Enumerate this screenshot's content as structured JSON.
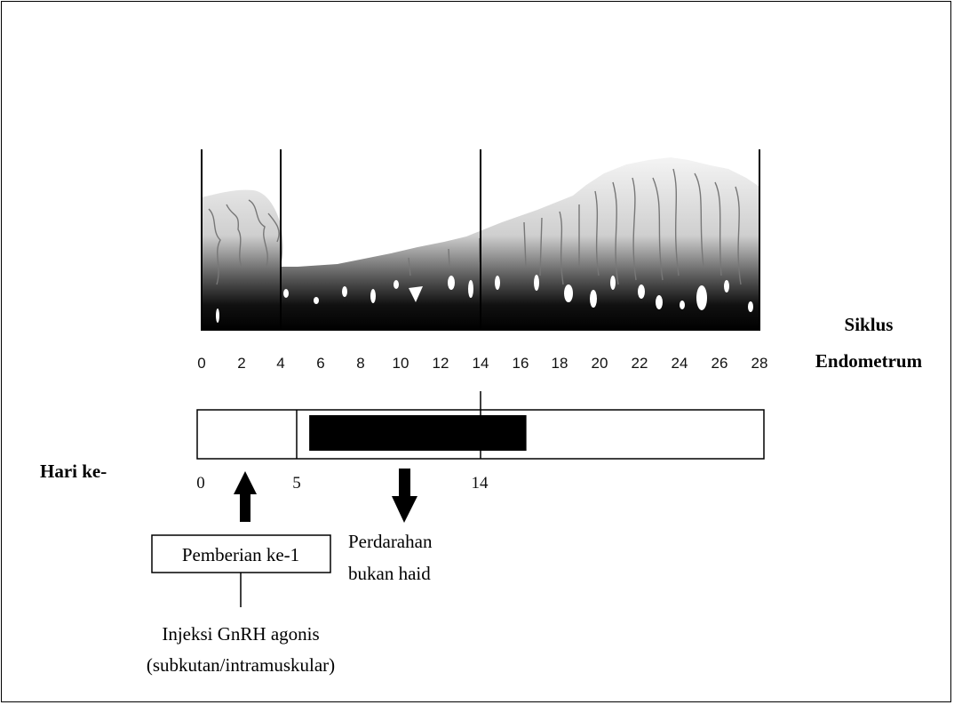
{
  "endometrium": {
    "label_line1": "Siklus",
    "label_line2": "Endometrum",
    "day_ticks": [
      "0",
      "2",
      "4",
      "6",
      "8",
      "10",
      "12",
      "14",
      "16",
      "18",
      "20",
      "22",
      "24",
      "26",
      "28"
    ]
  },
  "timeline": {
    "row_label": "Hari ke-",
    "ticks": [
      "0",
      "5",
      "14"
    ],
    "bleeding_bar": {
      "start_day": 5.4,
      "end_day": 16.3
    }
  },
  "annotations": {
    "dose_box": "Pemberian ke-1",
    "bleeding_line1": "Perdarahan",
    "bleeding_line2": "bukan haid",
    "injection_line1": "Injeksi GnRH agonis",
    "injection_line2": "(subkutan/intramuskular)"
  }
}
